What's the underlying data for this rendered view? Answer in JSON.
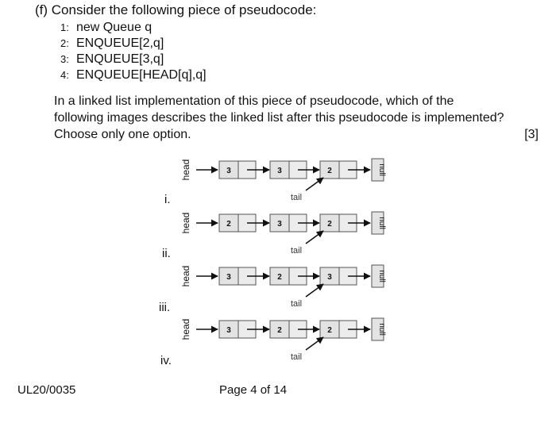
{
  "question": {
    "label": "(f)",
    "text": "Consider the following piece of pseudocode:"
  },
  "pseudocode": [
    {
      "num": "1:",
      "code": "new Queue q"
    },
    {
      "num": "2:",
      "code": "ENQUEUE[2,q]"
    },
    {
      "num": "3:",
      "code": "ENQUEUE[3,q]"
    },
    {
      "num": "4:",
      "code": "ENQUEUE[HEAD[q],q]"
    }
  ],
  "prompt": {
    "line1": "In a linked list implementation of this piece of pseudocode, which of the",
    "line2": "following images describes the linked list after this pseudocode is implemented?",
    "line3": "Choose only one option.",
    "marks": "[3]"
  },
  "options": [
    {
      "label": "i.",
      "head_text": "head",
      "nodes": [
        "3",
        "3",
        "2"
      ],
      "null_text": "null",
      "tail_text": "tail"
    },
    {
      "label": "ii.",
      "head_text": "head",
      "nodes": [
        "2",
        "3",
        "2"
      ],
      "null_text": "null",
      "tail_text": "tail"
    },
    {
      "label": "iii.",
      "head_text": "head",
      "nodes": [
        "3",
        "2",
        "3"
      ],
      "null_text": "null",
      "tail_text": "tail"
    },
    {
      "label": "iv.",
      "head_text": "head",
      "nodes": [
        "3",
        "2",
        "2"
      ],
      "null_text": "null",
      "tail_text": "tail"
    }
  ],
  "footer": {
    "code": "UL20/0035",
    "page": "Page 4 of 14"
  }
}
